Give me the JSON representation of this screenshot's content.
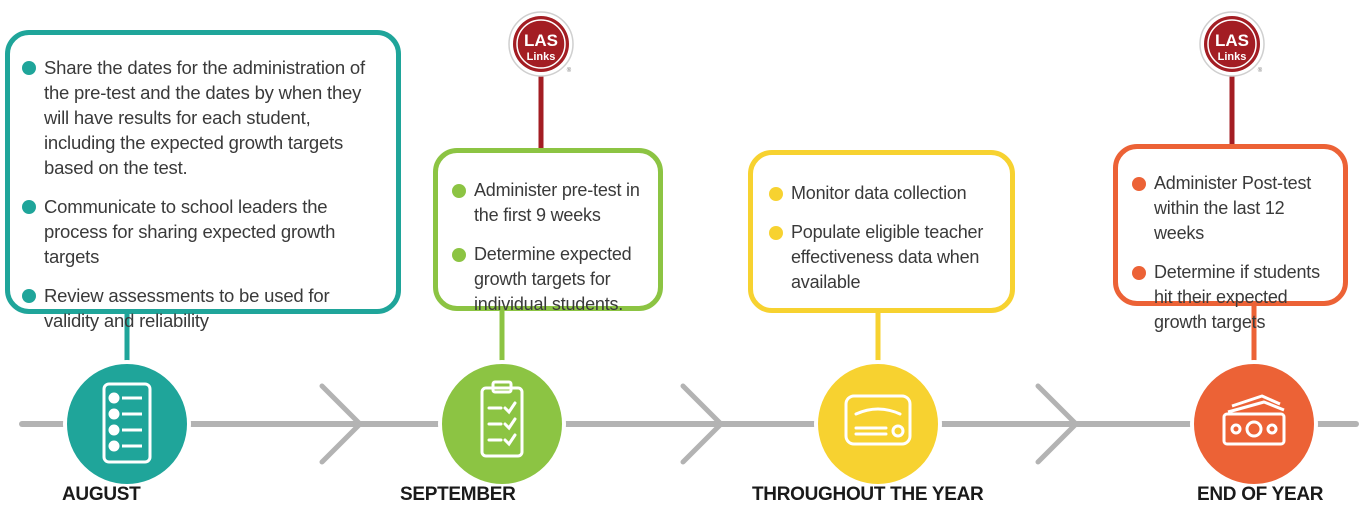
{
  "colors": {
    "teal": "#1fa59a",
    "green": "#8cc443",
    "yellow": "#f7d230",
    "orange": "#ec6236",
    "gray_line": "#b3b3b3",
    "badge_red": "#a31d23"
  },
  "badge": {
    "line1": "LAS",
    "line2": "Links",
    "mark": "®"
  },
  "stages": [
    {
      "label": "AUGUST",
      "icon": "checklist-icon",
      "items": [
        "Share the dates for the administration of the pre-test and the dates by when they will have results for each student, including the expected growth targets based on the test.",
        "Communicate to school leaders the process for sharing expected growth targets",
        "Review assessments to be used for validity and reliability"
      ]
    },
    {
      "label": "SEPTEMBER",
      "icon": "clipboard-checklist-icon",
      "items": [
        "Administer pre-test in the first 9 weeks",
        "Determine expected growth targets for individual students."
      ]
    },
    {
      "label": "THROUGHOUT THE YEAR",
      "icon": "monitor-device-icon",
      "items": [
        "Monitor data collection",
        "Populate eligible teacher effectiveness data when available"
      ]
    },
    {
      "label": "END OF YEAR",
      "icon": "money-bills-icon",
      "items": [
        "Administer Post-test within the last 12 weeks",
        "Determine if students hit their expected growth targets"
      ]
    }
  ]
}
